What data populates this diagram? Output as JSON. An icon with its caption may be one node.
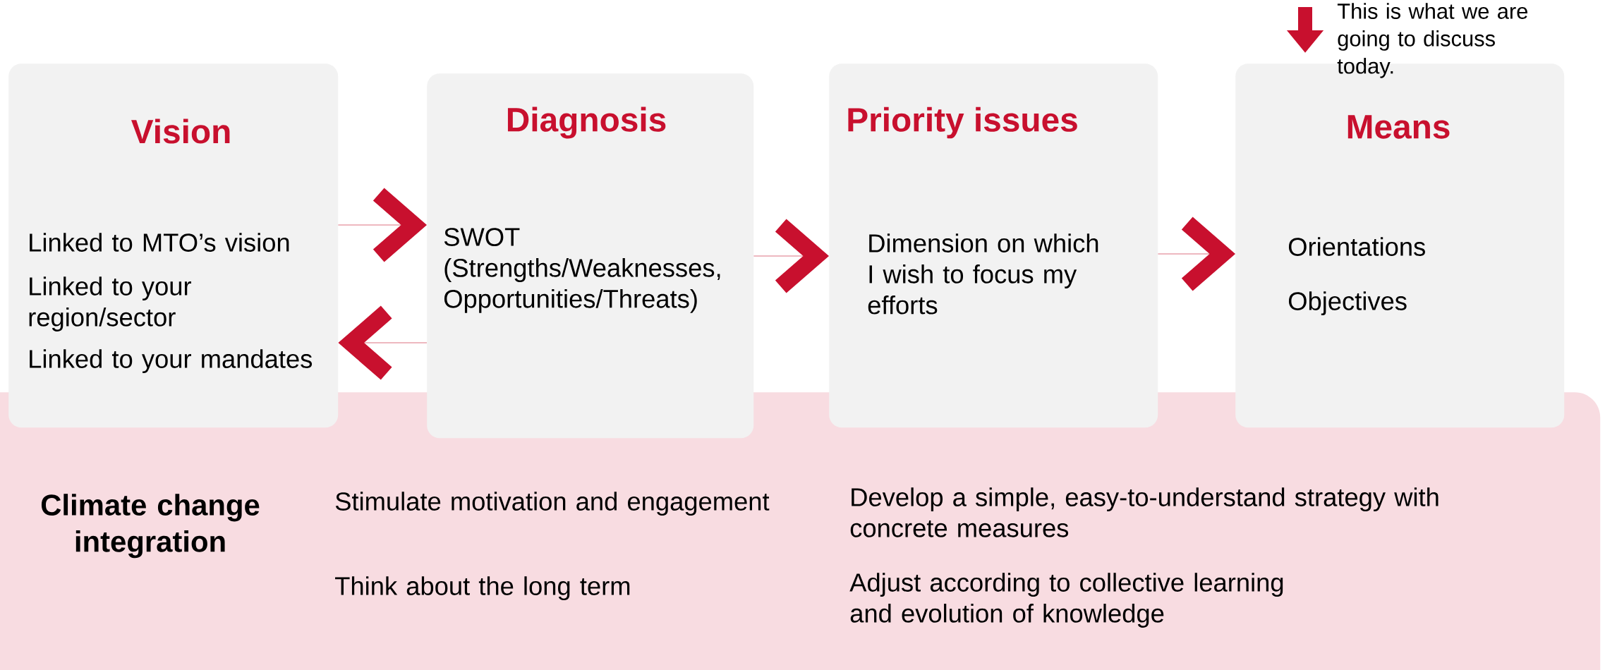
{
  "diagram": {
    "nodes": [
      {
        "text": [
          "Vision",
          "Linked to MTO’s vision",
          "Linked to your region/sector",
          "Linked to your mandates"
        ]
      },
      {
        "text": [
          "Diagnosis",
          "SWOT (Strengths/Weaknesses, Opportunities/Threats)"
        ]
      },
      {
        "text": [
          "Priority issues",
          "Dimension on which I wish to focus my efforts"
        ]
      },
      {
        "text": [
          "Means",
          "Orientations",
          "Objectives"
        ],
        "beside": [
          "This is what we are going to discuss today."
        ]
      },
      {
        "text": [
          "Climate change integration",
          "Stimulate motivation and engagement",
          "Think about the long term",
          "Develop a simple, easy-to-understand strategy with concrete measures",
          "Adjust according to collective learning and evolution of knowledge"
        ]
      }
    ],
    "edges": [
      {
        "from": 0,
        "to": 1,
        "arrow": "to"
      },
      {
        "from": 1,
        "to": 0,
        "arrow": "to"
      },
      {
        "from": 1,
        "to": 2,
        "arrow": "to"
      },
      {
        "from": 2,
        "to": 3,
        "arrow": "to"
      },
      {
        "from": null,
        "to": 3,
        "arrow": "to"
      }
    ]
  }
}
